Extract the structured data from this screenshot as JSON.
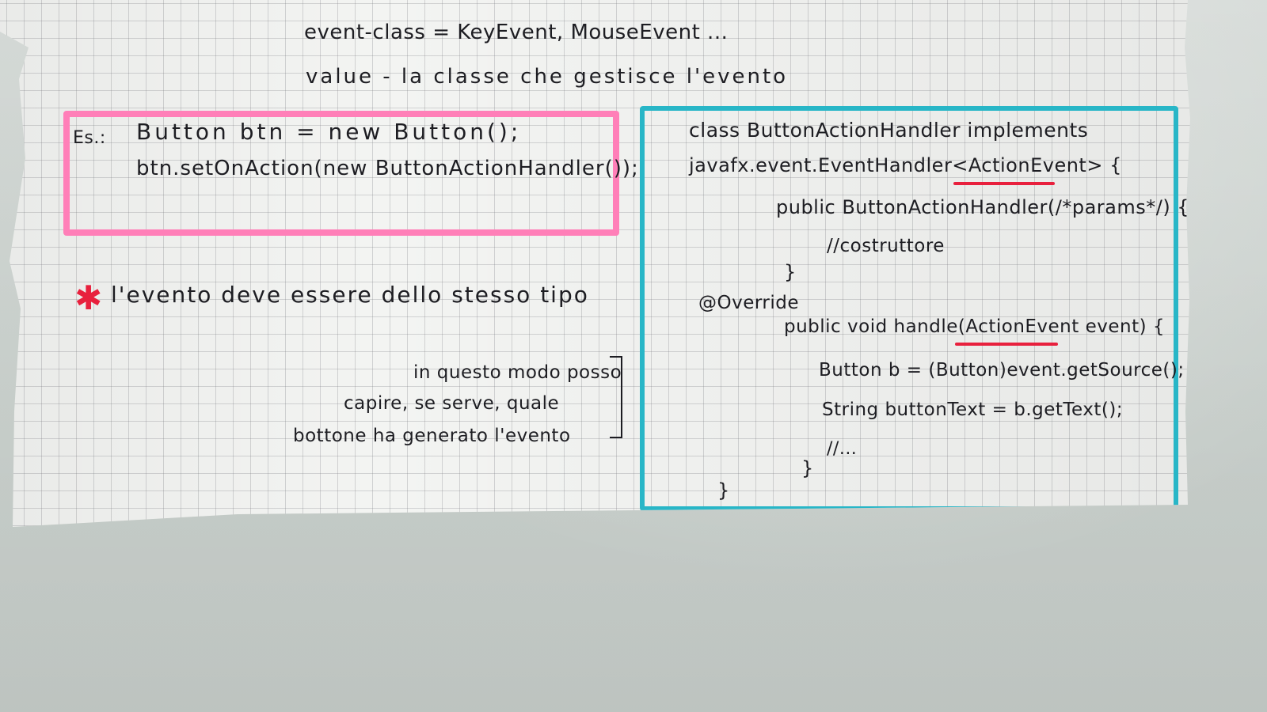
{
  "notes": {
    "header_line1": "event-class = KeyEvent, MouseEvent ...",
    "header_line2": "value - la classe che gestisce l'evento",
    "example": {
      "label": "Es.:",
      "line1": "Button btn = new Button();",
      "line2": "btn.setOnAction(new ButtonActionHandler());"
    },
    "star_note": "l'evento deve essere dello stesso tipo",
    "side_note": {
      "line1": "in questo modo posso",
      "line2": "capire, se serve, quale",
      "line3": "bottone ha generato l'evento"
    },
    "code_block": {
      "line1": "class ButtonActionHandler implements",
      "line2": "javafx.event.EventHandler<ActionEvent> {",
      "line3": "public ButtonActionHandler(/*params*/) {",
      "line4": "//costruttore",
      "line5": "}",
      "line6": "@Override",
      "line7": "public void handle(ActionEvent event) {",
      "line8": "Button b = (Button)event.getSource();",
      "line9": "String buttonText = b.getText();",
      "line10": "//...",
      "line11": "}",
      "line12": "}"
    }
  },
  "colors": {
    "pink_box": "#ff7fb8",
    "cyan_box": "#28b6c7",
    "red_marks": "#e8203d",
    "ink": "#1d1d22"
  }
}
